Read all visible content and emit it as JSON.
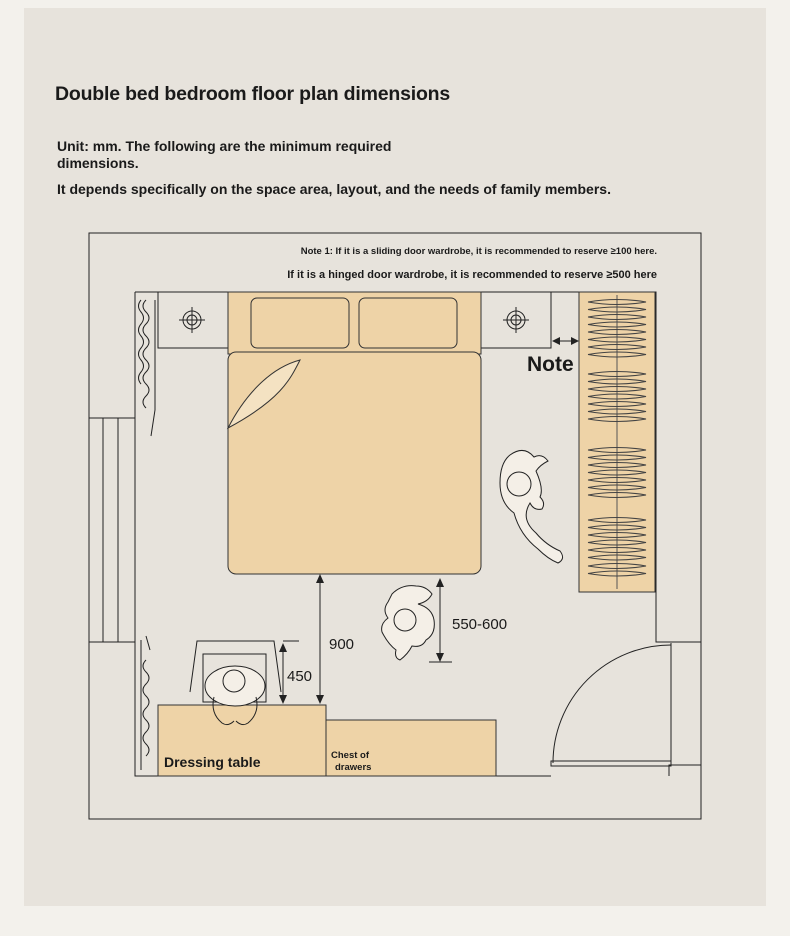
{
  "title": "Double bed bedroom floor plan dimensions",
  "intro": {
    "line1": "Unit: mm. The following are the minimum required dimensions.",
    "line2": "It depends specifically on the space area, layout, and the needs of family members."
  },
  "notes": {
    "note1": "Note 1: If it is a sliding door wardrobe, it is recommended to reserve ≥100 here.",
    "note2": "If it is a hinged door wardrobe, it is recommended to reserve ≥500 here",
    "marker": "Note"
  },
  "dimensions": {
    "bed_to_dresser": "900",
    "chair_depth": "450",
    "walkway": "550-600"
  },
  "labels": {
    "dressing_table": "Dressing table",
    "chest_line1": "Chest of",
    "chest_line2": "drawers"
  },
  "colors": {
    "furniture_fill": "#eed3a7",
    "background": "#e7e3dc",
    "line": "#222222"
  }
}
